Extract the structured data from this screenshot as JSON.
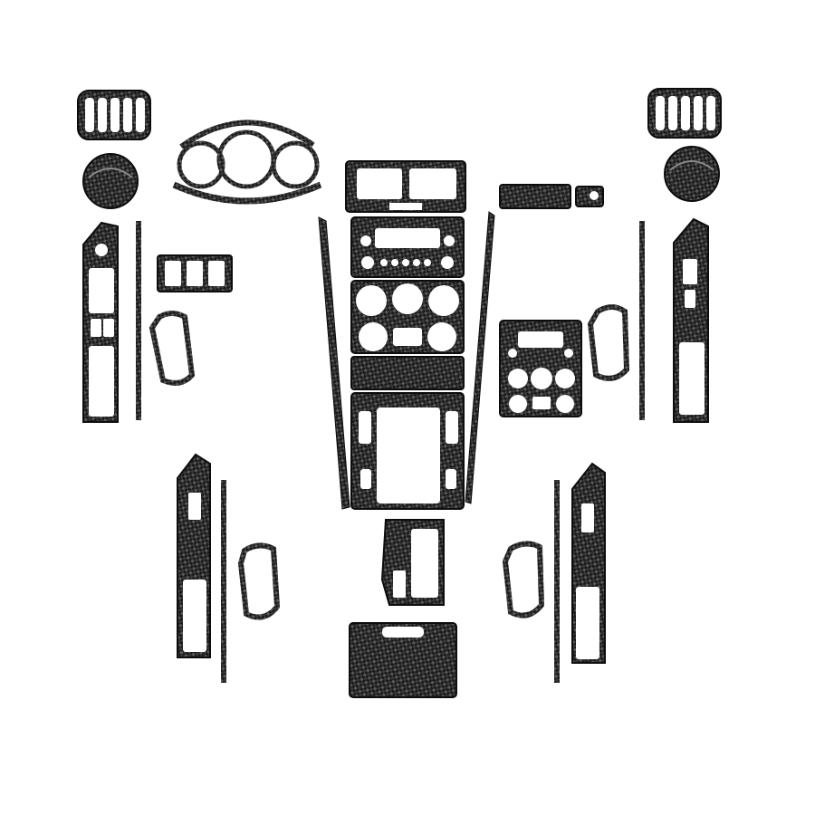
{
  "image": {
    "background": "#ffffff",
    "colors": {
      "carbon_dark": "#1b1b1b",
      "carbon_light": "#5a5a5a",
      "edge": "#0d0d0d",
      "cutout": "#ffffff"
    },
    "parts": [
      {
        "name": "vent-ring-left",
        "icon": "vent-grille"
      },
      {
        "name": "vent-ring-right",
        "icon": "vent-grille"
      },
      {
        "name": "round-vent-left",
        "icon": "round-vent"
      },
      {
        "name": "round-vent-right",
        "icon": "round-vent"
      },
      {
        "name": "gauge-cluster-trim",
        "icon": "gauge-rings"
      },
      {
        "name": "center-top-vent-panel",
        "icon": "vent-panel"
      },
      {
        "name": "radio-panel",
        "icon": "radio-faceplate"
      },
      {
        "name": "climate-panel",
        "icon": "climate-knobs"
      },
      {
        "name": "center-lower-panel",
        "icon": "shifter-surround"
      },
      {
        "name": "console-shifter-trim",
        "icon": "console"
      },
      {
        "name": "console-lid-panel",
        "icon": "lid"
      },
      {
        "name": "small-dash-strip",
        "icon": "strip"
      },
      {
        "name": "small-dash-tab",
        "icon": "tab"
      },
      {
        "name": "radio-climate-combo-panel",
        "icon": "radio-faceplate"
      },
      {
        "name": "triple-switch-frame",
        "icon": "switch-frame"
      },
      {
        "name": "door-handle-ring",
        "icon": "handle-ring"
      },
      {
        "name": "window-switch-panel",
        "icon": "switch-panel"
      },
      {
        "name": "door-pillar-strip",
        "icon": "strip"
      }
    ]
  }
}
